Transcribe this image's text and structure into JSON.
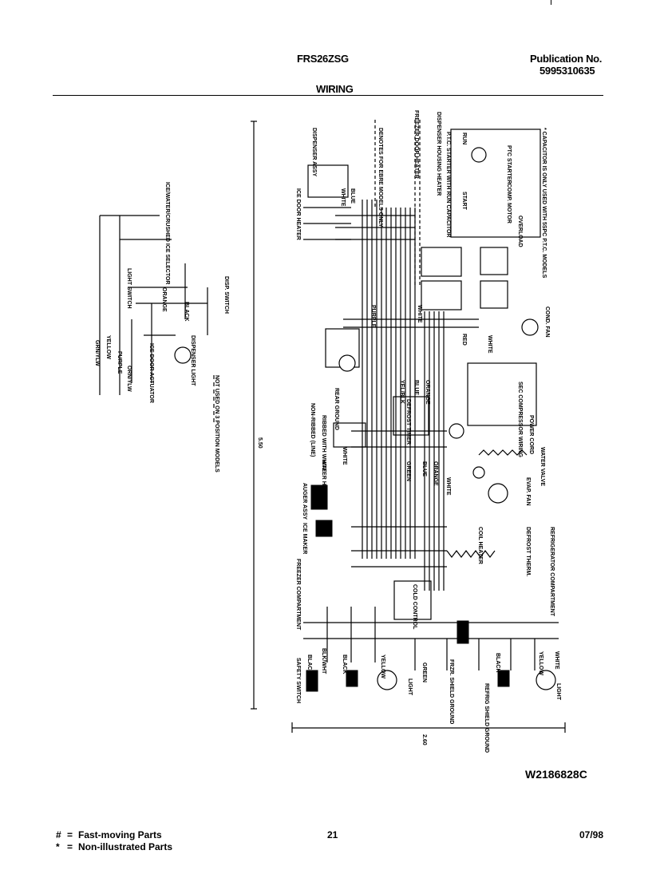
{
  "header": {
    "model": "FRS26ZSG",
    "publication_label": "Publication No.",
    "publication_number": "5995310635",
    "section_title": "WIRING"
  },
  "diagram": {
    "labels": {
      "ice_door_heater": "ICE DOOR HEATER",
      "dispenser_assy": "DISPENSER ASSY",
      "denotes": "DENOTES FOR EBRE MODELS ONLY",
      "freezer_door_heater": "FREEZER DOOR HEATER",
      "dispenser_housing_heater": "DISPENSER HOUSING HEATER",
      "ptc_starter": "P.T.C. STARTER WITH RUN CAPACITOR",
      "capacitor_note": "* CAPACITOR IS ONLY USED WITH 5SPC P.T.C. MODELS",
      "overload": "OVERLOAD",
      "comp_motor": "COMP. MOTOR",
      "ptc_starter_small": "PTC STARTER",
      "start": "START",
      "run": "RUN",
      "cond_fan": "COND. FAN",
      "sec_compressor": "SEC COMPRESSOR WIRING",
      "ice_water_selector": "ICE/WATER/CRUSHED ICE SELECTOR",
      "light_switch": "LIGHT SWITCH",
      "disp_switch": "DISP. SWITCH",
      "dispenser_light": "DISPENSER LIGHT",
      "not_used": "NOT USED ON 3 POSITION MODELS",
      "ice_door_actuator": "ICE DOOR ACTUATOR",
      "water_heater": "WATER HEATER",
      "ice_maker": "ICE MAKER",
      "auger_assy": "AUGER ASSY",
      "freezer_compartment": "FREEZER COMPARTMENT",
      "cold_control": "COLD CONTROL",
      "refrigerator_compartment": "REFRIGERATOR COMPARTMENT",
      "coil_heater": "COIL HEATER",
      "defrost_therm": "DEFROST THERM.",
      "defrost_timer": "DEFROST TIMER",
      "water_valve": "WATER VALVE",
      "evap_fan": "EVAP. FAN",
      "safety_switch": "SAFETY SWITCH",
      "light": "LIGHT",
      "freezer_ground": "FRZR. SHIELD GROUND",
      "refrig_ground": "REFRIG SHIELD GROUND",
      "power_cord": "POWER CORD",
      "rear_ground": "REAR GROUND",
      "non_ribbed": "NON-RIBBED (LINE)",
      "ribbed": "RIBBED WITH WHITE",
      "dim_vertical": "5.50",
      "dim_horizontal": "2.60"
    },
    "wire_colors": [
      "BLACK",
      "WHITE",
      "YELLOW",
      "PURPLE",
      "BLUE",
      "ORANGE",
      "GREEN",
      "RED",
      "YEL/BLK",
      "BLK/WHT",
      "ORN/YLW",
      "GRN/YLW"
    ]
  },
  "drawing_id": "W2186828C",
  "footer": {
    "legend": [
      {
        "symbol": "#",
        "eq": "=",
        "text": "Fast-moving Parts"
      },
      {
        "symbol": "*",
        "eq": "=",
        "text": "Non-illustrated Parts"
      }
    ],
    "page_number": "21",
    "date": "07/98"
  }
}
